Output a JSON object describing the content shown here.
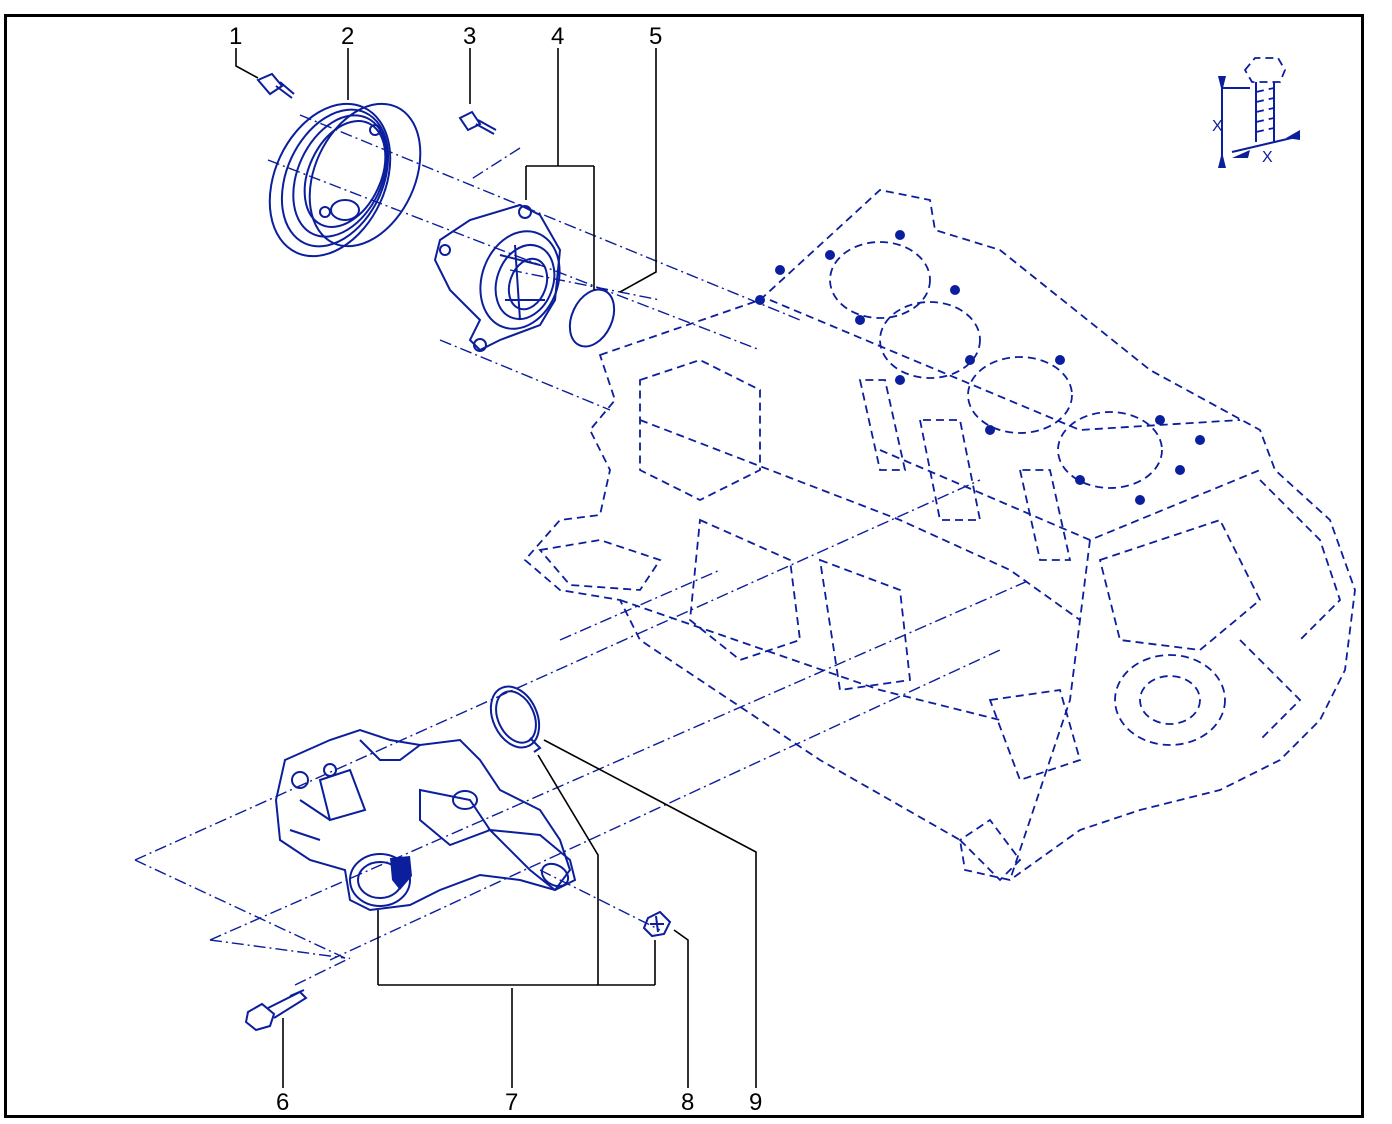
{
  "callouts": [
    {
      "id": "1",
      "label": "1"
    },
    {
      "id": "2",
      "label": "2"
    },
    {
      "id": "3",
      "label": "3"
    },
    {
      "id": "4",
      "label": "4"
    },
    {
      "id": "5",
      "label": "5"
    },
    {
      "id": "6",
      "label": "6"
    },
    {
      "id": "7",
      "label": "7"
    },
    {
      "id": "8",
      "label": "8"
    },
    {
      "id": "9",
      "label": "9"
    }
  ],
  "bolt_symbol": {
    "x_label_vertical": "X",
    "x_label_horizontal": "X"
  },
  "colors": {
    "line": "#0b1e9c",
    "leader": "#000000",
    "frame": "#000000"
  }
}
